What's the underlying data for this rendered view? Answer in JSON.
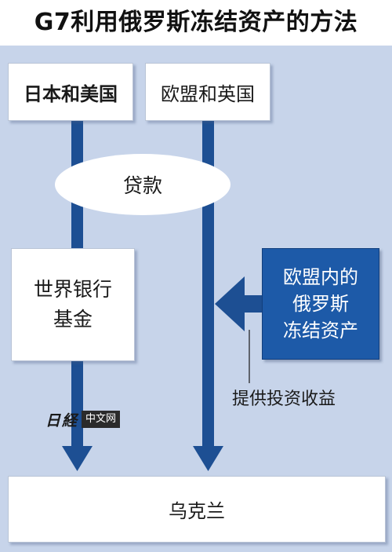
{
  "title": "G7利用俄罗斯冻结资产的方法",
  "sources": {
    "japan_us": "日本和美国",
    "eu_uk": "欧盟和英国"
  },
  "loan_label": "贷款",
  "world_bank_fund": {
    "line1": "世界银行",
    "line2": "基金"
  },
  "frozen_assets": {
    "line1": "欧盟内的",
    "line2": "俄罗斯",
    "line3": "冻结资产"
  },
  "returns_label": "提供投资收益",
  "recipient": "乌克兰",
  "watermark": {
    "brand": "日経",
    "text": "中文网"
  },
  "colors": {
    "panel_bg": "#c7d4ea",
    "arrow": "#1d4f93",
    "assets_box": "#1d5aa8",
    "box": "#ffffff"
  },
  "icons": [
    "down-arrow-icon",
    "left-arrow-icon"
  ]
}
